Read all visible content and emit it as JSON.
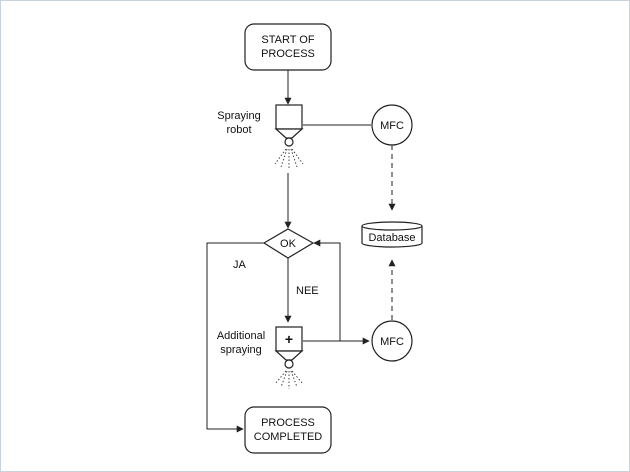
{
  "nodes": {
    "start": [
      "START OF",
      "PROCESS"
    ],
    "completed": [
      "PROCESS",
      "COMPLETED"
    ],
    "decision": "OK",
    "database": "Database",
    "mfc_top": "MFC",
    "mfc_bottom": "MFC",
    "plus_symbol": "+"
  },
  "labels": {
    "spraying_robot": [
      "Spraying",
      "robot"
    ],
    "additional_spraying": [
      "Additional",
      "spraying"
    ],
    "yes": "JA",
    "no": "NEE"
  },
  "colors": {
    "stroke": "#222222",
    "frame": "#c9d3dc"
  }
}
